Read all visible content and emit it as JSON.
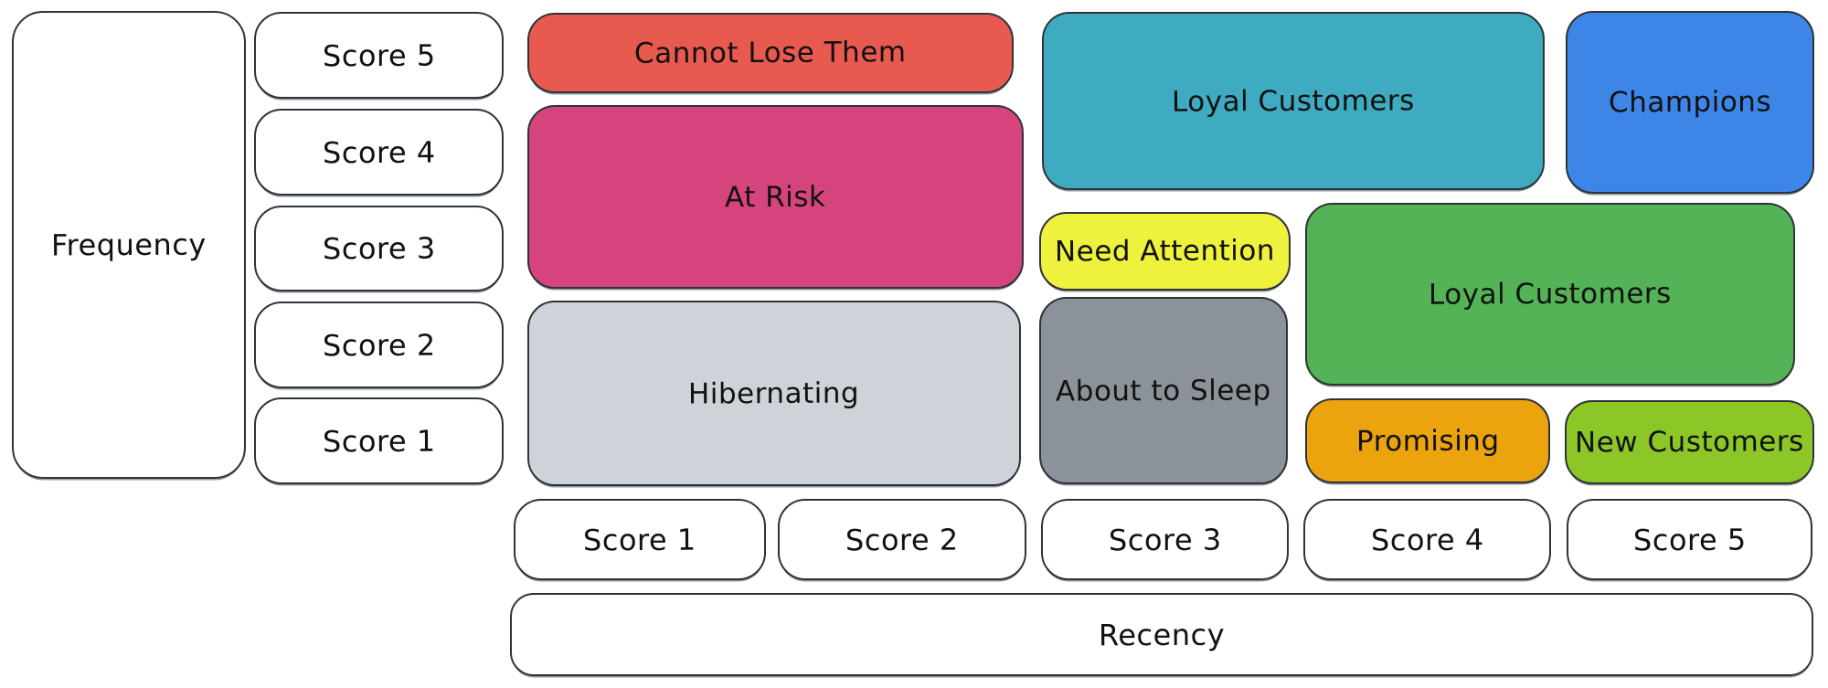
{
  "axes": {
    "frequency": {
      "title": "Frequency",
      "scores": [
        "Score 5",
        "Score 4",
        "Score 3",
        "Score 2",
        "Score 1"
      ]
    },
    "recency": {
      "title": "Recency",
      "scores": [
        "Score 1",
        "Score 2",
        "Score 3",
        "Score 4",
        "Score 5"
      ]
    }
  },
  "segments": [
    {
      "label": "Cannot Lose Them",
      "color": "#e85a50"
    },
    {
      "label": "At Risk",
      "color": "#d6447e"
    },
    {
      "label": "Hibernating",
      "color": "#ced3d9"
    },
    {
      "label": "Loyal Customers",
      "color": "#3fabc0"
    },
    {
      "label": "Champions",
      "color": "#3d86e8"
    },
    {
      "label": "Need Attention",
      "color": "#eef23d"
    },
    {
      "label": "About to Sleep",
      "color": "#8b929a"
    },
    {
      "label": "Loyal Customers",
      "color": "#54b356"
    },
    {
      "label": "Promising",
      "color": "#eca40e"
    },
    {
      "label": "New Customers",
      "color": "#8cc727"
    }
  ],
  "styles": {
    "stroke": "#2f3338",
    "text": "#111111",
    "background": "#ffffff"
  }
}
